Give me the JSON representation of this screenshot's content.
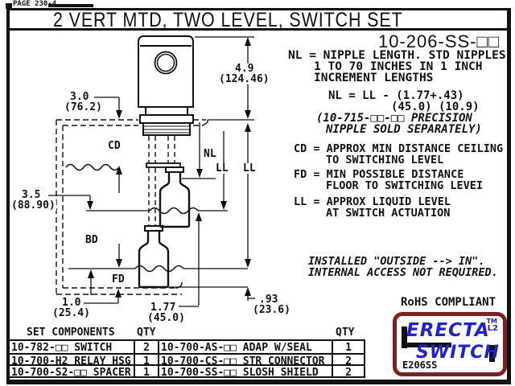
{
  "page": {
    "label": "PAGE 230-4",
    "title": "2  VERT MTD, TWO LEVEL, SWITCH SET",
    "part_number": "10-206-SS-□□"
  },
  "notes": {
    "nl_def_1": "NL = NIPPLE LENGTH. STD NIPPLES",
    "nl_def_2": "1 TO 70 INCHES IN 1 INCH",
    "nl_def_3": "INCREMENT LENGTHS",
    "formula_1": "NL = LL - (1.77+.43)",
    "formula_2": "(45.0) (10.9)",
    "precision_1": "(10-715-□□-□□ PRECISION",
    "precision_2": "NIPPLE SOLD SEPARATELY)",
    "cd_def_1": "CD = APPROX MIN DISTANCE CEILING",
    "cd_def_2": "TO SWITCHING LEVEL",
    "fd_def_1": "FD = MIN POSSIBLE DISTANCE",
    "fd_def_2": "FLOOR TO SWITCHING LEVEI",
    "ll_def_1": "LL = APPROX LIQUID LEVEL",
    "ll_def_2": "AT SWITCH ACTUATION",
    "installed_1": "INSTALLED \"OUTSIDE --> IN\".",
    "installed_2": "INTERNAL ACCESS NOT REQUIRED.",
    "rohs": "RoHS COMPLIANT"
  },
  "diagram": {
    "labels": {
      "cd": "CD",
      "nl": "NL",
      "ll_left": "LL",
      "ll_right": "LL",
      "bd": "BD",
      "fd": "FD"
    },
    "dimensions": {
      "height": {
        "in": "4.9",
        "mm": "(124.46)"
      },
      "ceiling": {
        "in": "3.0",
        "mm": "(76.2)"
      },
      "wall": {
        "in": "3.5",
        "mm": "(88.90)"
      },
      "floor": {
        "in": "1.0",
        "mm": "(25.4)"
      },
      "float_len": {
        "in": "1.77",
        "mm": "(45.0)"
      },
      "float_bottom": {
        "in": ".93",
        "mm": "(23.6)"
      }
    }
  },
  "logo": {
    "brand_top": "ERECTA",
    "brand_bottom": "SWITCH",
    "tm": "TM",
    "l2": "L2",
    "code": "E206SS",
    "border_color": "#7B2121",
    "text_color": "#2222CC"
  },
  "table": {
    "headers": {
      "components": "SET COMPONENTS",
      "qty_left": "QTY",
      "qty_right": "QTY"
    },
    "rows": [
      {
        "c1": "10-782-□□ SWITCH",
        "q1": "2",
        "c2": "10-700-AS-□□ ADAP W/SEAL",
        "q2": "1"
      },
      {
        "c1": "10-700-H2 RELAY HSG",
        "q1": "1",
        "c2": "10-700-CS-□□ STR CONNECTOR",
        "q2": "2"
      },
      {
        "c1": "10-700-S2-□□ SPACER",
        "q1": "1",
        "c2": "10-700-SS-□□ SLOSH SHIELD",
        "q2": "2"
      }
    ]
  }
}
